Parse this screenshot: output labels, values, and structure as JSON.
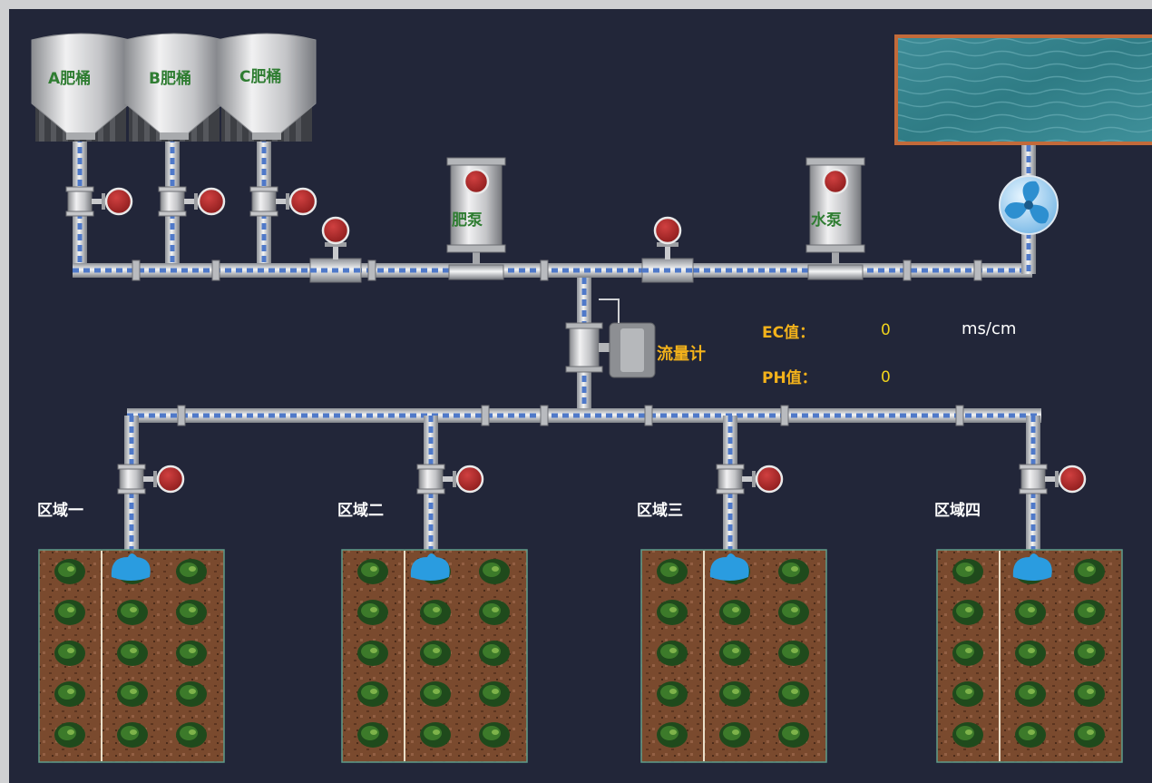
{
  "tanks": [
    {
      "label": "A肥桶"
    },
    {
      "label": "B肥桶"
    },
    {
      "label": "C肥桶"
    }
  ],
  "pumps": {
    "fertilizer": "肥泵",
    "water": "水泵"
  },
  "flowmeter": {
    "label": "流量计"
  },
  "readings": {
    "ec": {
      "label": "EC值：",
      "value": "0",
      "unit": "ms/cm"
    },
    "ph": {
      "label": "PH值：",
      "value": "0"
    }
  },
  "zones": [
    {
      "label": "区域一"
    },
    {
      "label": "区域二"
    },
    {
      "label": "区域三"
    },
    {
      "label": "区域四"
    }
  ],
  "colors": {
    "background": "#222639",
    "flow": "#4f79c9",
    "valve": "#b22a2a",
    "label_green": "#2f7d32",
    "label_yellow": "#f3b21b"
  }
}
